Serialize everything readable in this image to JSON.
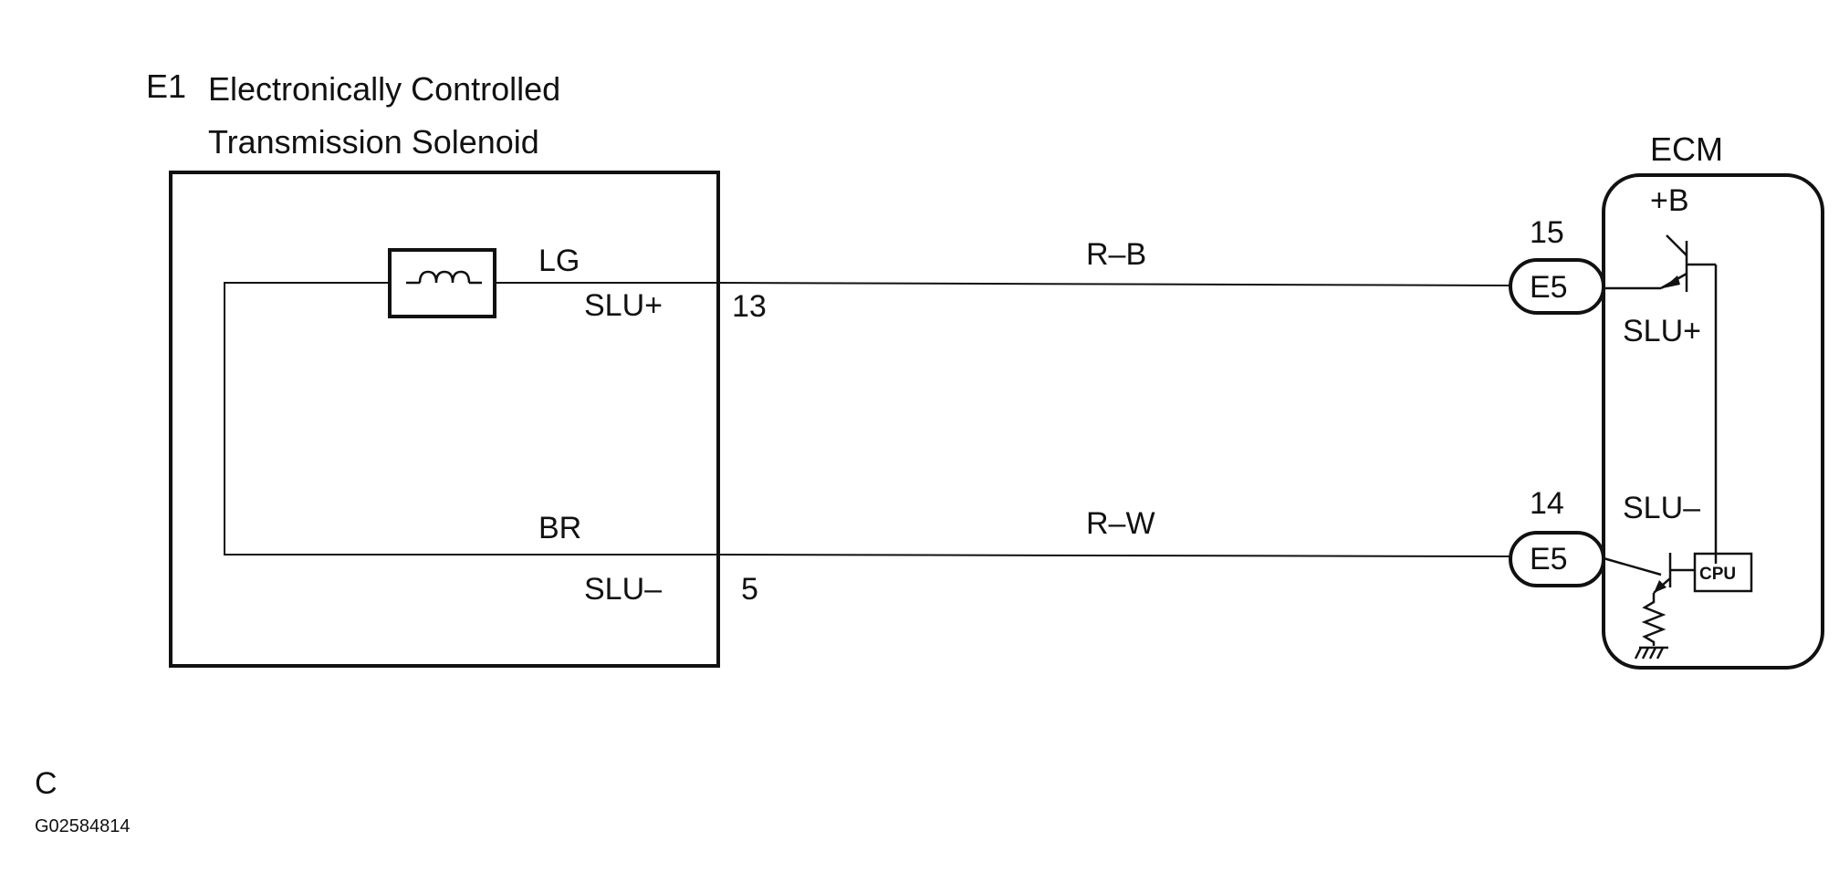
{
  "component": {
    "id": "E1",
    "name_line1": "Electronically Controlled",
    "name_line2": "Transmission Solenoid",
    "pin_top": {
      "signal": "SLU+",
      "pin": "13"
    },
    "pin_bottom": {
      "signal": "SLU–",
      "pin": "5"
    },
    "wire_color_top_inside": "LG",
    "wire_color_bottom_inside": "BR"
  },
  "wires": {
    "top": "R–B",
    "bottom": "R–W"
  },
  "connectors": {
    "top": {
      "label": "E5",
      "pin": "15"
    },
    "bottom": {
      "label": "E5",
      "pin": "14"
    }
  },
  "ecm": {
    "title": "ECM",
    "power": "+B",
    "signal_top": "SLU+",
    "signal_bottom": "SLU–",
    "cpu": "CPU"
  },
  "footer": {
    "letter": "C",
    "code": "G02584814"
  }
}
